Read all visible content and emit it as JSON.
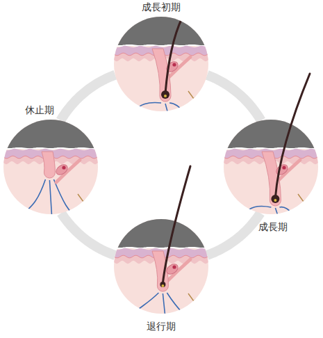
{
  "diagram": {
    "nodes": [
      {
        "text": [
          "成長初期"
        ]
      },
      {
        "text": [
          "休止期"
        ]
      },
      {
        "text": [
          "成長期"
        ]
      },
      {
        "text": [
          "退行期"
        ]
      }
    ],
    "edges": [
      {
        "from": 0,
        "to": 2,
        "arrow": "none"
      },
      {
        "from": 2,
        "to": 3,
        "arrow": "none"
      },
      {
        "from": 3,
        "to": 1,
        "arrow": "none"
      },
      {
        "from": 1,
        "to": 0,
        "arrow": "none"
      }
    ]
  }
}
